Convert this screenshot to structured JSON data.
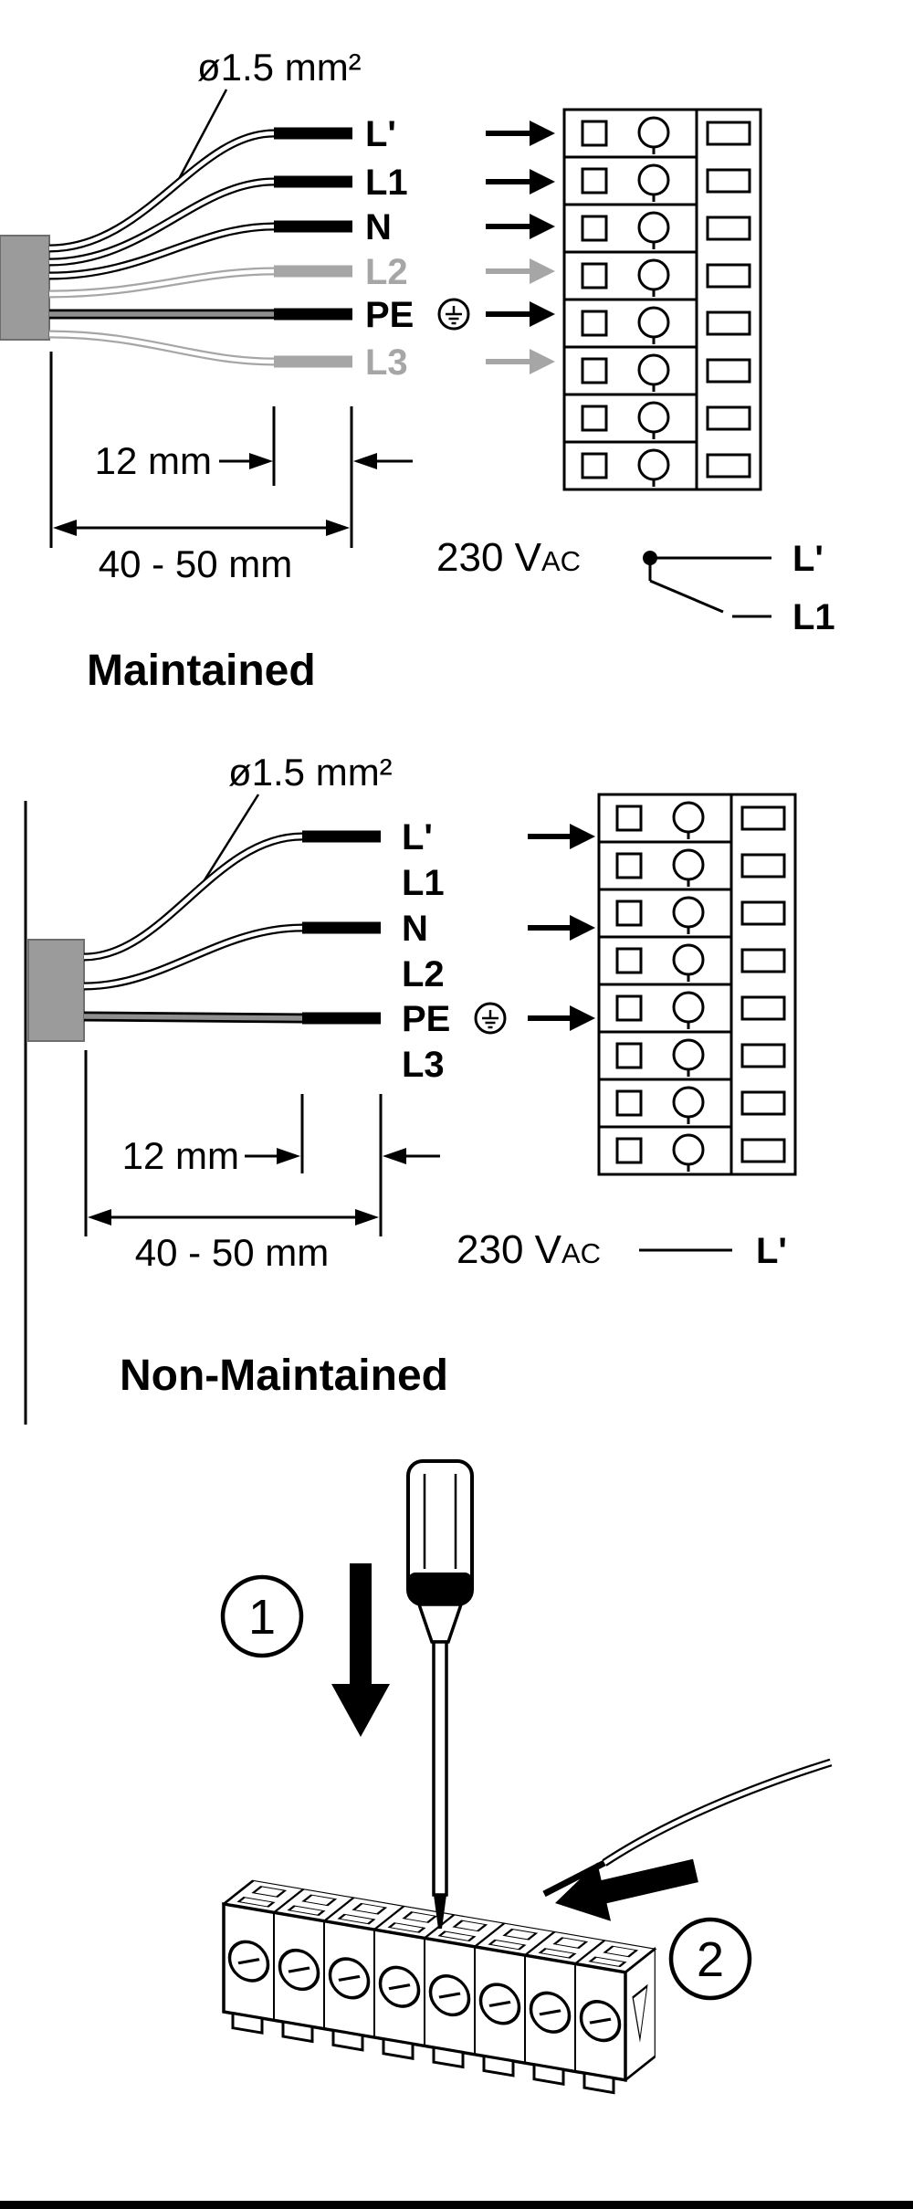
{
  "maintained": {
    "title": "Maintained",
    "wire_gauge": "ø1.5 mm²",
    "wires": [
      {
        "label": "L'",
        "color": "#000000"
      },
      {
        "label": "L1",
        "color": "#000000"
      },
      {
        "label": "N",
        "color": "#000000"
      },
      {
        "label": "L2",
        "color": "#a6a6a6"
      },
      {
        "label": "PE",
        "color": "#000000"
      },
      {
        "label": "L3",
        "color": "#a6a6a6"
      }
    ],
    "strip_length": "12 mm",
    "overall_length": "40 - 50 mm",
    "supply_voltage": "230 V",
    "supply_unit": "AC",
    "permanent_line": "L'",
    "switched_line": "L1"
  },
  "non_maintained": {
    "title": "Non-Maintained",
    "wire_gauge": "ø1.5 mm²",
    "wires": [
      {
        "label": "L'"
      },
      {
        "label": "L1"
      },
      {
        "label": "N"
      },
      {
        "label": "L2"
      },
      {
        "label": "PE"
      },
      {
        "label": "L3"
      }
    ],
    "strip_length": "12 mm",
    "overall_length": "40 - 50 mm",
    "supply_voltage": "230 V",
    "supply_unit": "AC",
    "permanent_line": "L'"
  },
  "installation": {
    "step1": "1",
    "step2": "2"
  },
  "colors": {
    "wire_gray": "#a6a6a6",
    "sleeve_gray": "#9b9b9b",
    "black": "#000000"
  }
}
